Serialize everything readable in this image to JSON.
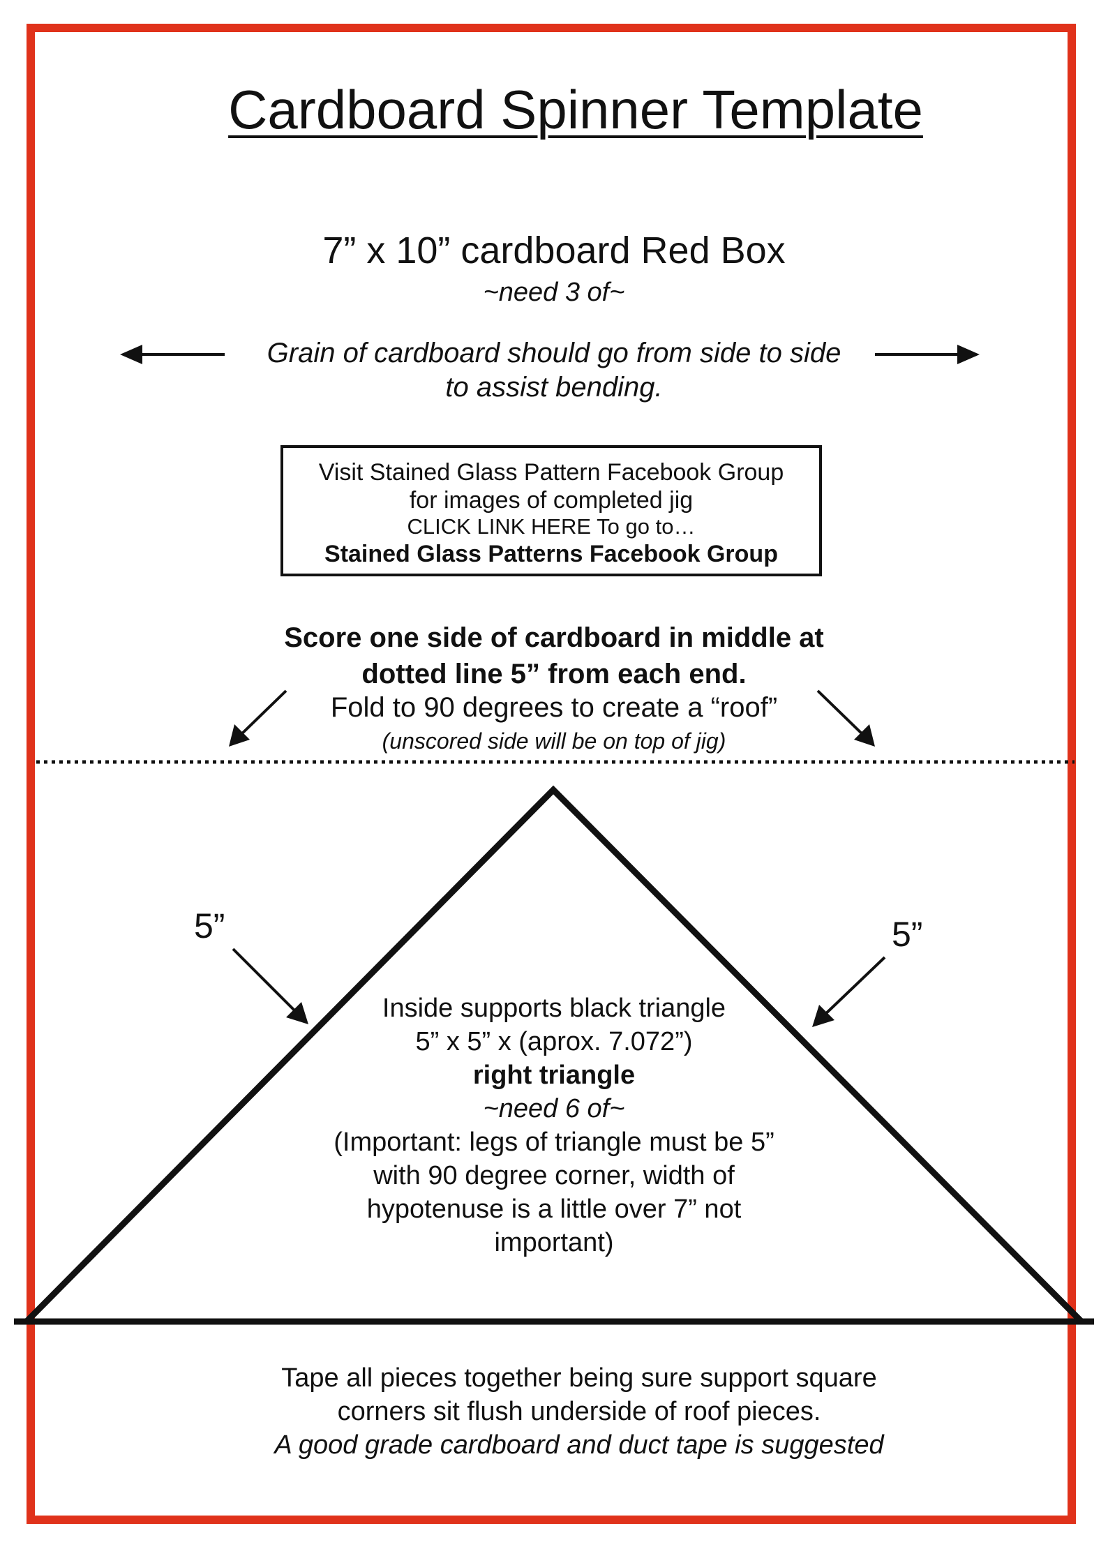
{
  "page": {
    "title": "Cardboard Spinner Template",
    "box": {
      "subtitle": "7” x 10” cardboard Red Box",
      "quantity": "~need 3 of~"
    },
    "grain": {
      "line1": "Grain of cardboard should go from side to side",
      "line2": "to assist bending."
    },
    "facebook_box": {
      "line1": "Visit Stained Glass Pattern Facebook Group",
      "line2": "for images of completed jig",
      "line3": "CLICK LINK HERE To go to…",
      "link": "Stained Glass Patterns Facebook Group"
    },
    "score": {
      "line1": "Score one side of cardboard in middle at",
      "line2": "dotted line 5” from each end.",
      "fold": "Fold to 90 degrees to create a “roof”",
      "note": "(unscored side will be on top of jig)"
    },
    "triangle": {
      "leg_left": "5”",
      "leg_right": "5”",
      "lines": [
        "Inside supports black triangle",
        "5” x 5” x (aprox. 7.072”)",
        "right triangle",
        "~need 6 of~",
        "(Important: legs of triangle must be 5”",
        "with 90 degree corner, width of",
        "hypotenuse is a little over 7” not",
        "important)"
      ]
    },
    "footer": {
      "line1": "Tape all pieces together being sure support square",
      "line2": "corners sit flush underside of roof pieces.",
      "line3": "A good grade cardboard and duct tape is suggested"
    },
    "colors": {
      "border": "#e0321b",
      "ink": "#111111"
    }
  }
}
